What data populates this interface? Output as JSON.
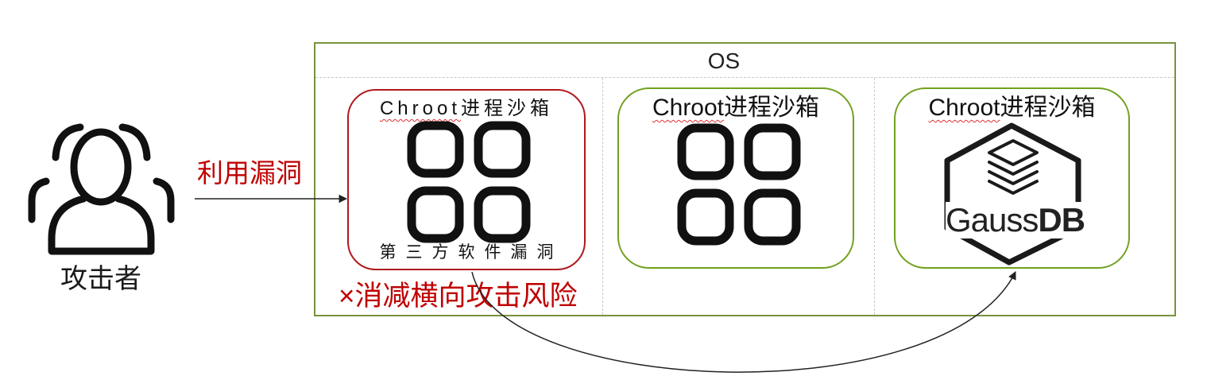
{
  "colors": {
    "accent_red": "#c00000",
    "sandbox_red": "#b0191e",
    "os_green": "#77933c",
    "sandbox_green": "#70a01e",
    "ink": "#111111"
  },
  "attacker": {
    "icon": "user-scan-icon",
    "label": "攻击者"
  },
  "exploit_arrow": {
    "label": "利用漏洞"
  },
  "os": {
    "title": "OS"
  },
  "sandboxes": [
    {
      "title": "Chroot进程沙箱",
      "icon": "app-grid-icon",
      "caption": "第三方软件漏洞"
    },
    {
      "title": "Chroot进程沙箱",
      "icon": "app-grid-icon"
    },
    {
      "title": "Chroot进程沙箱",
      "icon": "gaussdb-logo",
      "logo_text": {
        "light": "Gauss",
        "bold": "DB"
      }
    }
  ],
  "mitigation": {
    "label": "×消减横向攻击风险"
  }
}
